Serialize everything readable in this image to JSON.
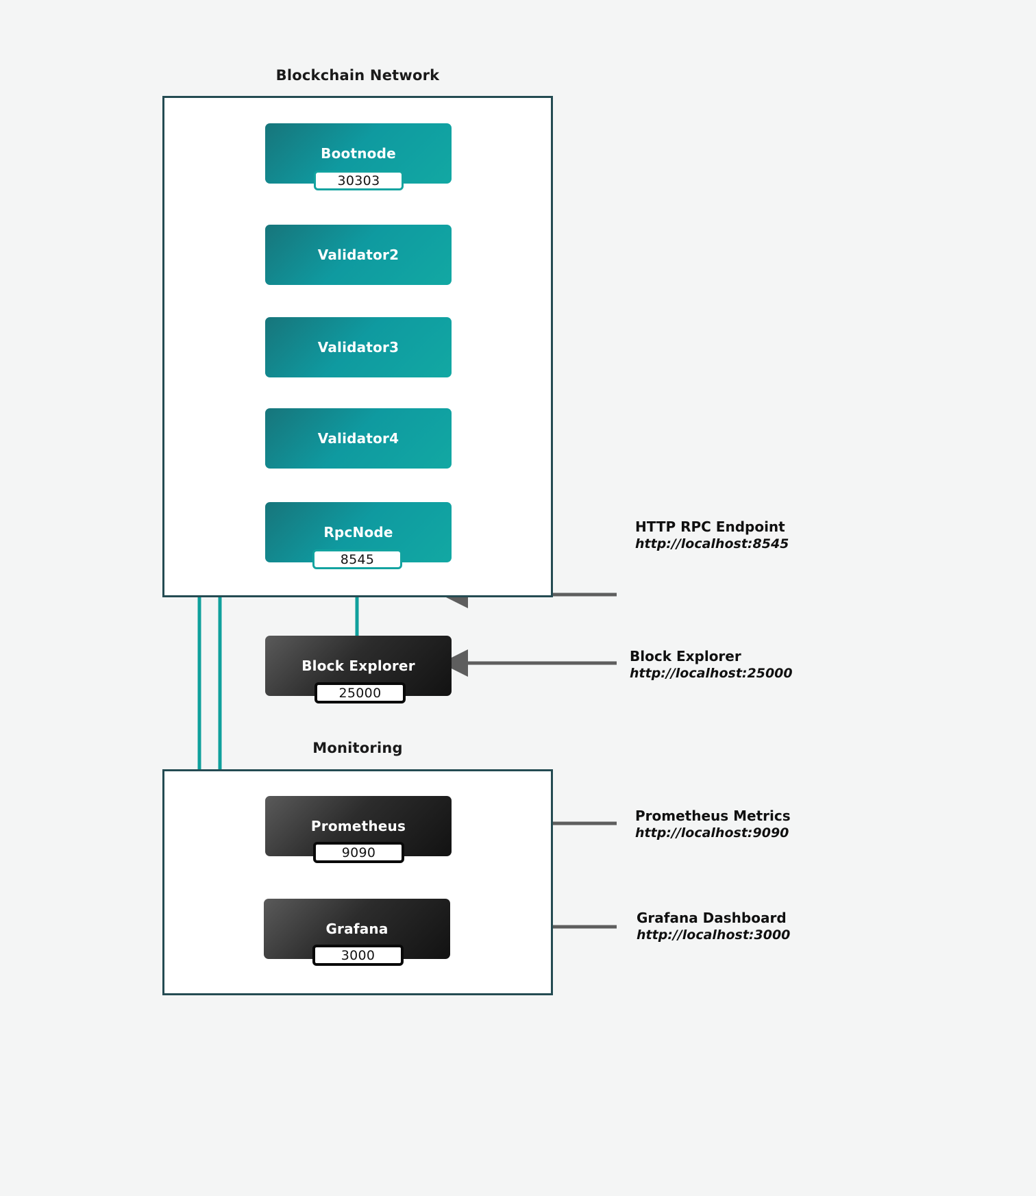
{
  "diagram": {
    "groups": [
      {
        "id": "blockchain-network",
        "title": "Blockchain Network"
      },
      {
        "id": "monitoring",
        "title": "Monitoring"
      }
    ],
    "nodes": [
      {
        "id": "bootnode",
        "label": "Bootnode",
        "port": "30303",
        "style": "teal"
      },
      {
        "id": "validator2",
        "label": "Validator2",
        "port": "",
        "style": "teal"
      },
      {
        "id": "validator3",
        "label": "Validator3",
        "port": "",
        "style": "teal"
      },
      {
        "id": "validator4",
        "label": "Validator4",
        "port": "",
        "style": "teal"
      },
      {
        "id": "rpcnode",
        "label": "RpcNode",
        "port": "8545",
        "style": "teal"
      },
      {
        "id": "block-explorer",
        "label": "Block Explorer",
        "port": "25000",
        "style": "dark"
      },
      {
        "id": "prometheus",
        "label": "Prometheus",
        "port": "9090",
        "style": "dark"
      },
      {
        "id": "grafana",
        "label": "Grafana",
        "port": "3000",
        "style": "dark"
      }
    ],
    "annotations": [
      {
        "id": "rpc-endpoint",
        "title": "HTTP RPC Endpoint",
        "url": "http://localhost:8545",
        "target": "rpcnode"
      },
      {
        "id": "block-explorer-note",
        "title": "Block Explorer",
        "url": "http://localhost:25000",
        "target": "block-explorer"
      },
      {
        "id": "prometheus-note",
        "title": "Prometheus Metrics",
        "url": "http://localhost:9090",
        "target": "prometheus"
      },
      {
        "id": "grafana-note",
        "title": "Grafana Dashboard",
        "url": "http://localhost:3000",
        "target": "grafana"
      }
    ],
    "colors": {
      "background": "#f4f5f5",
      "group_border": "#244b52",
      "teal_node_start": "#17757b",
      "teal_node_end": "#12a8a3",
      "dark_node_start": "#5a5a5a",
      "dark_node_end": "#121212",
      "teal_edge": "#0fa09c",
      "dashed_edge": "#575757",
      "annotation_arrow": "#5e5e5e"
    }
  }
}
